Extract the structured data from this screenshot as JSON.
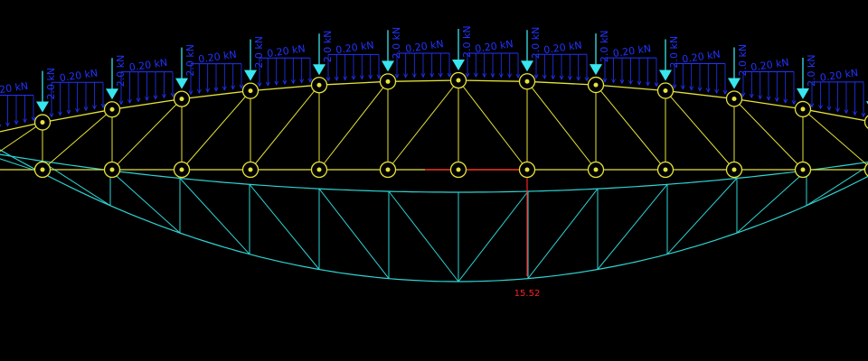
{
  "loads": {
    "distributed_label": "0.20 kN",
    "point_label": "2.0 kN"
  },
  "result": {
    "max_deflection_label": "15.52"
  },
  "colors": {
    "truss": "#e6e33a",
    "node": "#e6e33a",
    "deformed": "#2ed3d3",
    "load_arrow": "#39e5ee",
    "dist_load": "#2233ff",
    "deflection_marker": "#ff2222",
    "background": "#000000"
  }
}
